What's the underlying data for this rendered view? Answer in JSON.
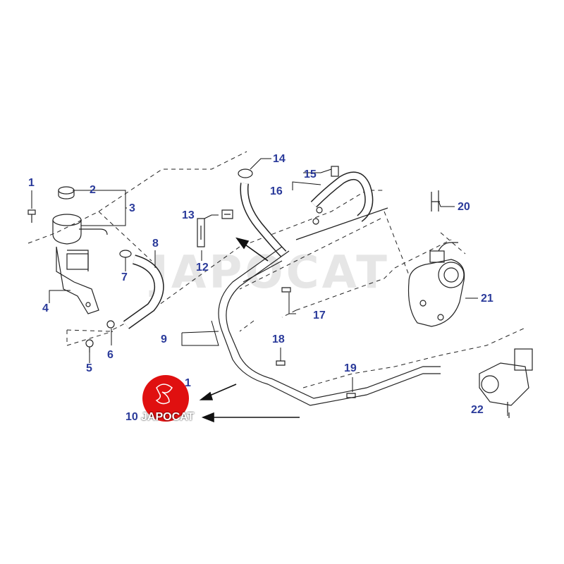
{
  "diagram": {
    "watermark": "JAPOCAT",
    "logo_text": "JAPOCAT",
    "callouts": {
      "c1": "1",
      "c2": "2",
      "c3": "3",
      "c4": "4",
      "c5": "5",
      "c6": "6",
      "c7": "7",
      "c8": "8",
      "c9": "9",
      "c10": "10",
      "c11": "1",
      "c12": "12",
      "c13": "13",
      "c14": "14",
      "c15": "15",
      "c16": "16",
      "c17": "17",
      "c18": "18",
      "c19": "19",
      "c20": "20",
      "c21": "21",
      "c22": "22"
    }
  },
  "colors": {
    "callout": "#2a3a9a",
    "line": "#222222",
    "logo": "#e01010",
    "watermark": "#e6e6e6"
  }
}
